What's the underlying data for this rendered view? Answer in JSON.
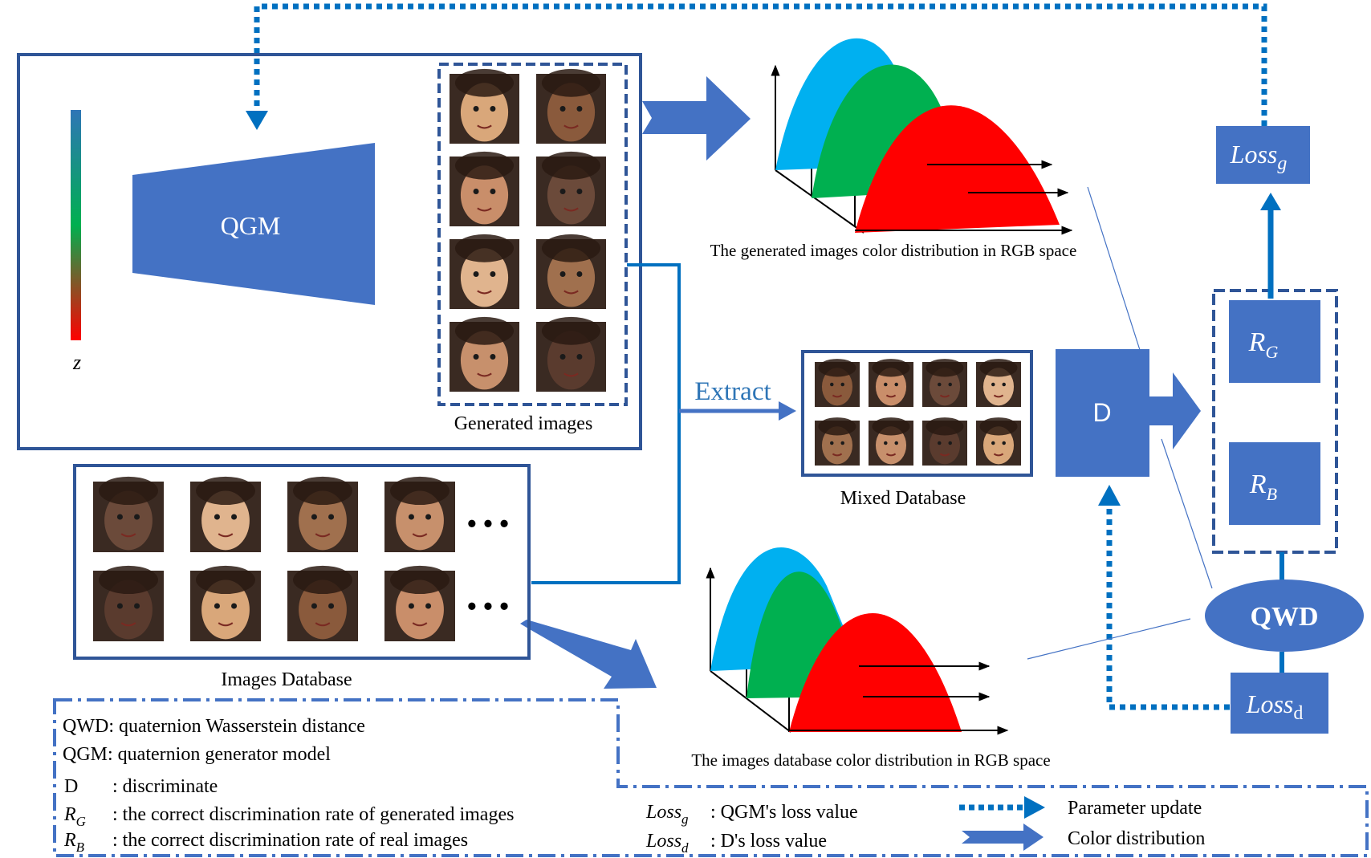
{
  "colors": {
    "accent": "#4472C4",
    "accent_dark": "#2F5597",
    "line_blue": "#0070C0",
    "hump_blue": "#00B0F0",
    "hump_green": "#00B050",
    "hump_red": "#FF0000",
    "latent_bar_top": "#2E75B6",
    "latent_bar_mid": "#00B050",
    "latent_bar_bottom": "#FF0000",
    "face_tones": [
      "#d9a77a",
      "#8a5a3c",
      "#c98e6a",
      "#6b4a3a",
      "#e0b48e",
      "#a0704e",
      "#c7906c",
      "#5a3b2e"
    ]
  },
  "generator": {
    "label": "QGM",
    "latent_label": "z",
    "generated_caption": "Generated images",
    "face_count": 8
  },
  "images_database": {
    "caption": "Images Database",
    "ellipsis": "• • •",
    "face_count": 8
  },
  "extract_label": "Extract",
  "mixed_database": {
    "caption": "Mixed Database",
    "face_count": 8
  },
  "discriminator_label": "D",
  "qwd_label": "QWD",
  "rates": {
    "rg_base": "R",
    "rg_sub": "G",
    "rb_base": "R",
    "rb_sub": "B"
  },
  "loss": {
    "base": "Loss",
    "g_sub": "g",
    "d_sub": "d"
  },
  "distributions": {
    "generated_caption": "The generated images color distribution in RGB space",
    "database_caption": "The images database color distribution in RGB space"
  },
  "legend": {
    "qwd_key": "QWD",
    "qwd_text": ": quaternion Wasserstein distance",
    "qgm_key": "QGM",
    "qgm_text": ": quaternion generator model",
    "d_key": "D",
    "d_text": ": discriminate",
    "rg_text": ": the correct discrimination rate of generated images",
    "rb_text": ": the correct discrimination rate of real images",
    "loss_g_text": ": QGM's loss value",
    "loss_d_text": ": D's loss value",
    "param_update": "Parameter update",
    "color_distribution": "Color distribution"
  }
}
